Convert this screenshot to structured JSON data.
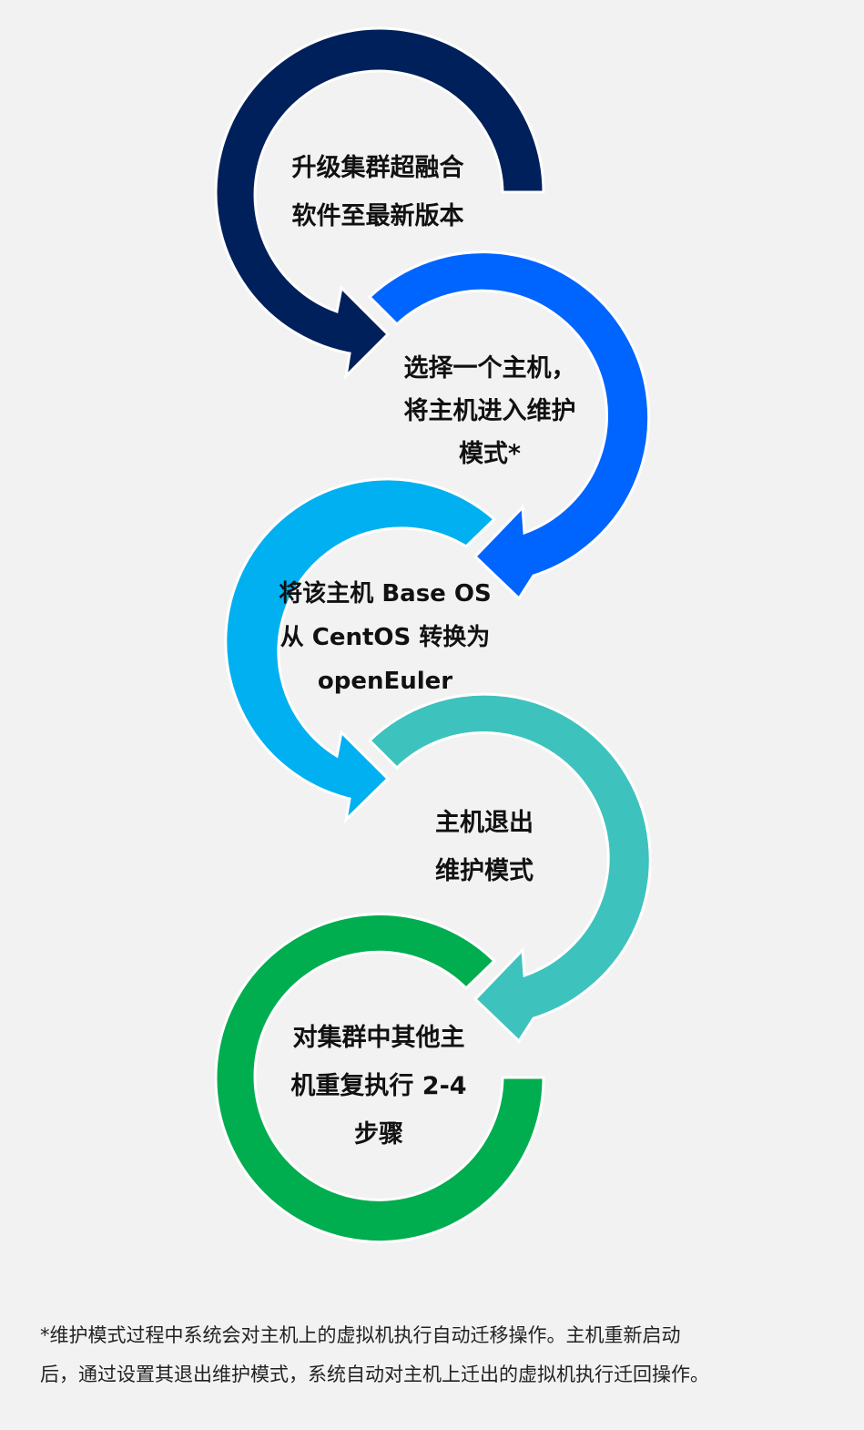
{
  "colors": {
    "background": "#f2f2f2",
    "step1": "#00205b",
    "step2": "#0064ff",
    "step3": "#00b0f0",
    "step4": "#3ec2bd",
    "step5": "#00ad4f"
  },
  "steps": [
    {
      "lines": [
        "升级集群超融合",
        "软件至最新版本"
      ]
    },
    {
      "lines": [
        "选择一个主机，",
        "将主机进入维护",
        "模式*"
      ]
    },
    {
      "lines": [
        "将该主机 Base OS",
        "从 CentOS 转换为",
        "openEuler"
      ]
    },
    {
      "lines": [
        "主机退出",
        "维护模式"
      ]
    },
    {
      "lines": [
        "对集群中其他主",
        "机重复执行 2-4",
        "步骤"
      ]
    }
  ],
  "footnote": {
    "lines": [
      "*维护模式过程中系统会对主机上的虚拟机执行自动迁移操作。主机重新启动",
      "后，通过设置其退出维护模式，系统自动对主机上迁出的虚拟机执行迁回操作。"
    ]
  }
}
